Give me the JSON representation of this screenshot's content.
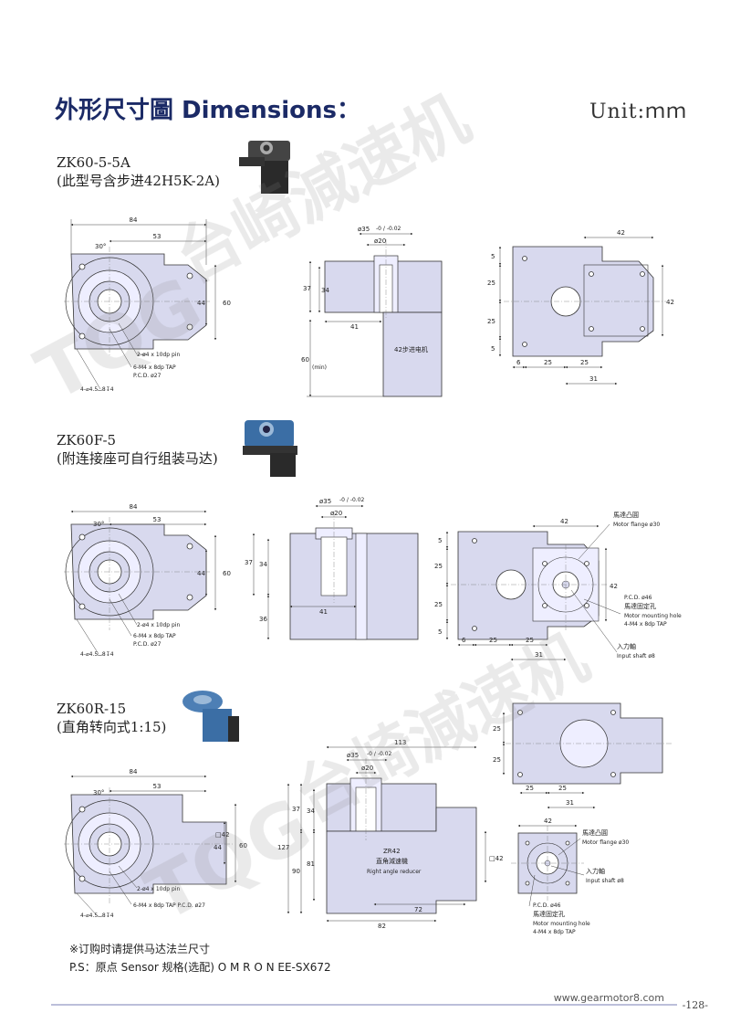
{
  "header": {
    "title": "外形尺寸圖 Dimensions：",
    "unit": "Unit:ｍｍ"
  },
  "watermark": {
    "logo": "TQG",
    "text": "台崎減速机"
  },
  "sections": [
    {
      "model": "ZK60-5-5A",
      "note": "(此型号含步进42H5K-2A)",
      "front": {
        "d_84": "84",
        "d_53": "53",
        "d_60": "60",
        "d_44": "44",
        "angle": "30°",
        "callout_pin": "2-ø4 x 10dp pin",
        "callout_tap": "6-M4 x 8dp TAP",
        "callout_pcd": "P.C.D. ø27",
        "callout_hole": "4-⌀4.5⌴8↧4"
      },
      "side": {
        "d_od": "ø35",
        "tol": "-0 / -0.02",
        "d_id": "ø20",
        "d_37": "37",
        "d_34": "34",
        "d_41": "41",
        "d_60": "60",
        "d_min": "(min)",
        "motor_label": "42步进电机"
      },
      "top": {
        "d_42_top": "42",
        "d_5a": "5",
        "d_25a": "25",
        "d_25b": "25",
        "d_5b": "5",
        "d_42_right": "42",
        "d_6": "6",
        "d_25c": "25",
        "d_25d": "25",
        "d_31": "31"
      }
    },
    {
      "model": "ZK60F-5",
      "note": "(附连接座可自行组装马达)",
      "front": {
        "d_84": "84",
        "d_53": "53",
        "d_60": "60",
        "d_44": "44",
        "angle": "30°",
        "callout_pin": "2-ø4 x 10dp pin",
        "callout_tap": "6-M4 x 8dp TAP",
        "callout_pcd": "P.C.D. ø27",
        "callout_hole": "4-⌀4.5⌴8↧4"
      },
      "side": {
        "d_od": "ø35",
        "tol": "-0 / -0.02",
        "d_id": "ø20",
        "d_37": "37",
        "d_34": "34",
        "d_41": "41",
        "d_36": "36"
      },
      "top": {
        "d_42_top": "42",
        "d_5a": "5",
        "d_25a": "25",
        "d_25b": "25",
        "d_5b": "5",
        "d_42_right": "42",
        "d_6": "6",
        "d_25c": "25",
        "d_25d": "25",
        "d_31": "31",
        "flange_cn": "馬達凸圓",
        "flange_en": "Motor flange ø30",
        "pcd": "P.C.D. ø46",
        "hole_cn": "馬達固定孔",
        "hole_en": "Motor mounting hole",
        "tap": "4-M4 x 8dp TAP",
        "shaft_cn": "入力軸",
        "shaft_en": "Input shaft ø8"
      }
    },
    {
      "model": "ZK60R-15",
      "note": "(直角转向式1:15)",
      "front": {
        "d_84": "84",
        "d_53": "53",
        "d_60": "60",
        "d_44": "44",
        "d_sq42": "□42",
        "angle": "30°",
        "callout_pin": "2-ø4 x 10dp pin",
        "callout_tap": "6-M4 x 8dp TAP P.C.D. ø27",
        "callout_hole": "4-⌀4.5⌴8↧4"
      },
      "side": {
        "d_113": "113",
        "d_od": "ø35",
        "tol": "-0 / -0.02",
        "d_id": "ø20",
        "d_37": "37",
        "d_34": "34",
        "d_127": "127",
        "d_81": "81",
        "d_90": "90",
        "d_72": "72",
        "d_82": "82",
        "d_sq42": "□42",
        "label1": "ZR42",
        "label2": "直角減速機",
        "label3": "Right angle reducer"
      },
      "top": {
        "d_25a": "25",
        "d_25b": "25",
        "d_25c": "25",
        "d_25d": "25",
        "d_31": "31"
      },
      "motor_face": {
        "d_42": "42",
        "flange_cn": "馬達凸圓",
        "flange_en": "Motor flange ø30",
        "shaft_cn": "入力軸",
        "shaft_en": "Input shaft ø8",
        "pcd": "P.C.D. ø46",
        "hole_cn": "馬達固定孔",
        "hole_en": "Motor mounting hole",
        "tap": "4-M4 x 8dp TAP"
      }
    }
  ],
  "notes": {
    "line1": "※订购时请提供马达法兰尺寸",
    "line2": "P.S：原点 Sensor 规格(选配)  O M R O N  EE-SX672"
  },
  "footer": {
    "url": "www.gearmotor8.com",
    "page": "-128-"
  },
  "colors": {
    "part_fill": "#d8d9ee",
    "line": "#333333",
    "title": "#1b2a66",
    "rule": "#7a7fb5"
  }
}
